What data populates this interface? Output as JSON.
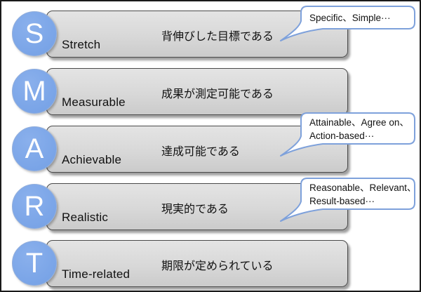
{
  "diagram": {
    "rows": [
      {
        "letter": "S",
        "label": "Stretch",
        "description": "背伸びした目標である"
      },
      {
        "letter": "M",
        "label": "Measurable",
        "description": "成果が測定可能である"
      },
      {
        "letter": "A",
        "label": "Achievable",
        "description": "達成可能である"
      },
      {
        "letter": "R",
        "label": "Realistic",
        "description": "現実的である"
      },
      {
        "letter": "T",
        "label": "Time-related",
        "description": "期限が定められている"
      }
    ],
    "callouts": [
      {
        "target": "Stretch",
        "lines": [
          "Specific、Simple···"
        ]
      },
      {
        "target": "Achievable",
        "lines": [
          "Attainable、Agree on、",
          "Action-based···"
        ]
      },
      {
        "target": "Realistic",
        "lines": [
          "Reasonable、Relevant、",
          "Result-based···"
        ]
      }
    ]
  },
  "colors": {
    "circle_blue": "#7CA6E8",
    "bubble_border_blue": "#7EA1DB",
    "bar_light": "#E4E4E4",
    "bar_dark": "#CBCBCB",
    "bar_border": "#4a4a4a",
    "outer_border": "#1a1a1a",
    "text_color": "#111111"
  }
}
